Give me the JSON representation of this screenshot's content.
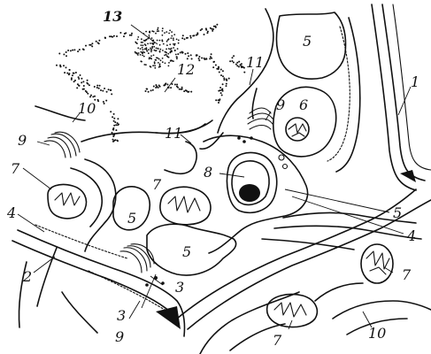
{
  "figure": {
    "labels": {
      "l1": "1",
      "l2": "2",
      "l3a": "3",
      "l3b": "3",
      "l4a": "4",
      "l4b": "4",
      "l5a": "5",
      "l5b": "5",
      "l5c": "5",
      "l5d": "5",
      "l6": "6",
      "l7a": "7",
      "l7b": "7",
      "l7c": "7",
      "l7d": "7",
      "l8": "8",
      "l9a": "9",
      "l9b": "9",
      "l9c": "9",
      "l10a": "10",
      "l10b": "10",
      "l11a": "11",
      "l11b": "11",
      "l12": "12",
      "l13": "13"
    }
  }
}
